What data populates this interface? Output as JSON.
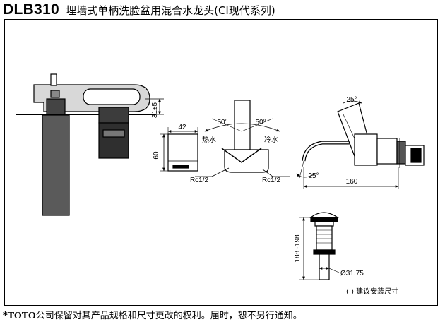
{
  "title": {
    "model": "DLB310",
    "name": "埋墙式单柄洗脸盆用混合水龙头(CI现代系列)"
  },
  "labels": {
    "dim_31": "31±5",
    "dim_42": "42",
    "dim_60": "60",
    "angle_left": "50°",
    "angle_right": "50°",
    "hot": "热水",
    "cold": "冷水",
    "rc_left": "Rc1/2",
    "rc_right": "Rc1/2",
    "angle_top": "25°",
    "angle_bottom": "25°",
    "dim_160": "160",
    "dim_188": "188~198",
    "dim_diameter": "Ø31.75",
    "note": "( ) 建议安装尺寸"
  },
  "footer": {
    "star": "*",
    "brand": "TOTO",
    "text": "公司保留对其产品规格和尺寸更改的权利。届时，恕不另行通知。"
  }
}
